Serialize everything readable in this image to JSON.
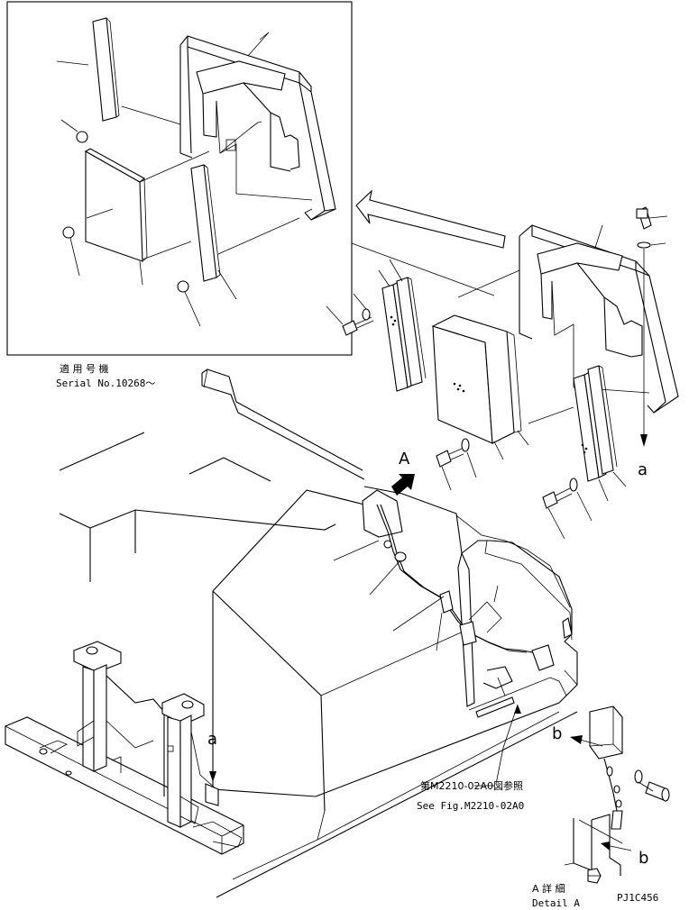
{
  "labels": {
    "applicable_jp": "適 用 号 機",
    "serial": "Serial No.10268～",
    "view_a": "A",
    "ref_a_lower": "a",
    "ref_a_upper": "a",
    "ref_b_upper": "b",
    "ref_b_lower": "b",
    "see_fig_jp": "第M2210-02A0図参照",
    "see_fig_en": "See Fig.M2210-02A0",
    "detail_jp": "A 詳 細",
    "detail_en": "Detail A",
    "drawing_code": "PJ1C456"
  }
}
